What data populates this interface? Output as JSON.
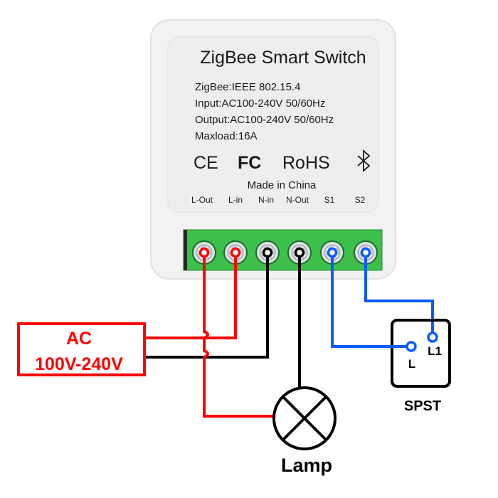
{
  "device": {
    "title": "ZigBee Smart Switch",
    "specs": [
      "ZigBee:IEEE 802.15.4",
      "Input:AC100-240V 50/60Hz",
      "Output:AC100-240V 50/60Hz",
      "Maxload:16A"
    ],
    "certifications": {
      "ce": "CE",
      "fcc": "FC",
      "rohs": "RoHS",
      "bluetooth": "bluetooth-icon"
    },
    "origin": "Made in China",
    "terminals": [
      {
        "label": "L-Out",
        "wire": "red"
      },
      {
        "label": "L-in",
        "wire": "red"
      },
      {
        "label": "N-in",
        "wire": "black"
      },
      {
        "label": "N-Out",
        "wire": "black"
      },
      {
        "label": "S1",
        "wire": "blue"
      },
      {
        "label": "S2",
        "wire": "blue"
      }
    ],
    "terminal_block_color": "#3cc04a"
  },
  "power_source": {
    "line1": "AC",
    "line2": "100V-240V",
    "color": "#ff0000"
  },
  "lamp": {
    "label": "Lamp"
  },
  "switch": {
    "label": "SPST",
    "terminal_l": "L",
    "terminal_l1": "L1"
  },
  "colors": {
    "live": "#ff0000",
    "neutral": "#000000",
    "switch_wire": "#0a5cff"
  }
}
